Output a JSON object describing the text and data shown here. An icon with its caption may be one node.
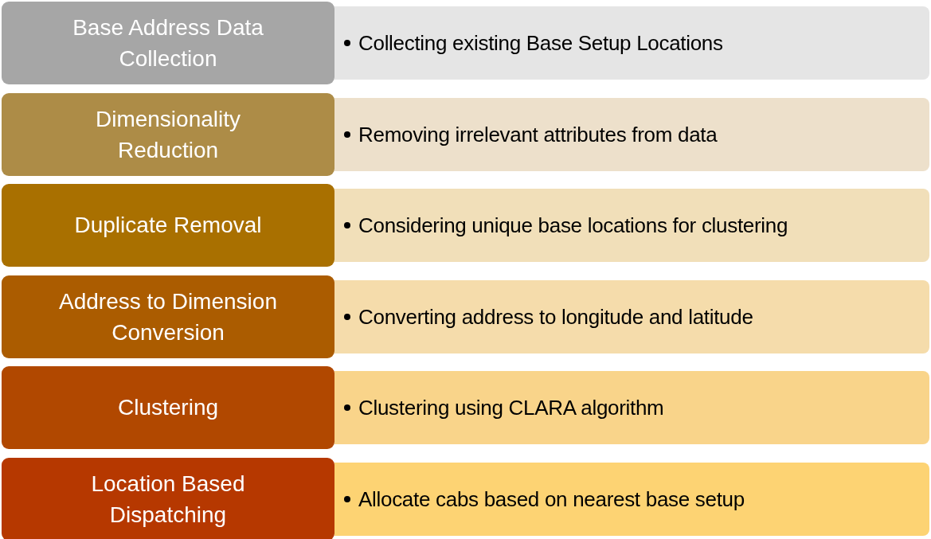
{
  "diagram": {
    "nodes": [
      {
        "text": [
          "Base Address Data Collection"
        ]
      },
      {
        "text": [
          "Collecting existing Base Setup Locations"
        ]
      },
      {
        "text": [
          "Dimensionality Reduction"
        ]
      },
      {
        "text": [
          "Removing irrelevant attributes from data"
        ]
      },
      {
        "text": [
          "Duplicate Removal"
        ]
      },
      {
        "text": [
          "Considering unique base locations for clustering"
        ]
      },
      {
        "text": [
          "Address to Dimension Conversion"
        ]
      },
      {
        "text": [
          "Converting address to longitude and latitude"
        ]
      },
      {
        "text": [
          "Clustering"
        ]
      },
      {
        "text": [
          "Clustering using CLARA algorithm"
        ]
      },
      {
        "text": [
          "Location Based Dispatching"
        ]
      },
      {
        "text": [
          "Allocate cabs based on nearest base setup"
        ]
      }
    ]
  }
}
